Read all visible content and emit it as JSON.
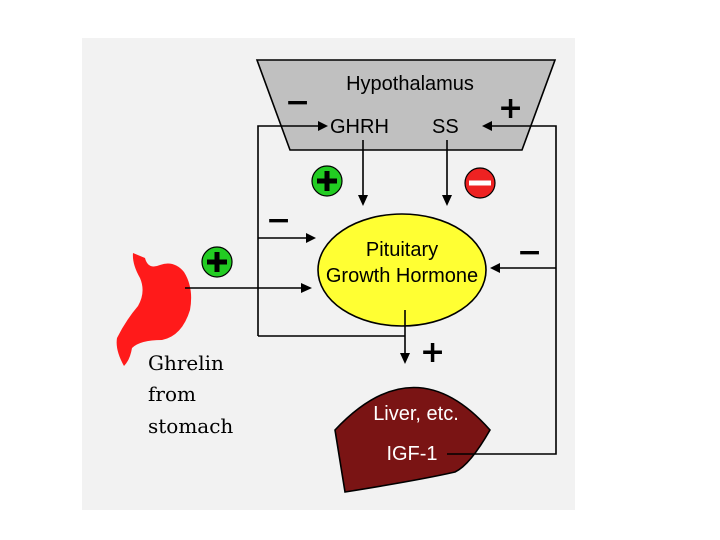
{
  "hypothalamus": {
    "title": "Hypothalamus",
    "ghrh": "GHRH",
    "ss": "SS"
  },
  "pituitary": {
    "line1": "Pituitary",
    "line2": "Growth Hormone"
  },
  "liver": {
    "line1": "Liver, etc.",
    "line2": "IGF-1"
  },
  "ghrelin": {
    "line1": "Ghrelin",
    "line2": "from",
    "line3": "stomach"
  },
  "signs": {
    "minus": "−",
    "plus": "+"
  },
  "colors": {
    "panel_bg": "#f2f2f2",
    "hypothalamus_fill": "#c0c0c0",
    "pituitary_fill": "#ffff33",
    "liver_fill": "#7a1414",
    "stomach_fill": "#ff1a1a",
    "stimulate_badge": "#22cc22",
    "inhibit_badge": "#ee2222"
  }
}
